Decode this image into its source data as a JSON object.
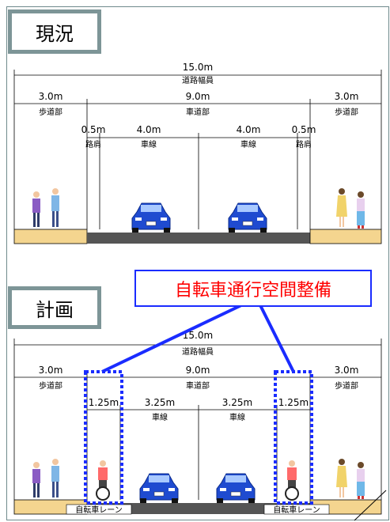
{
  "current": {
    "tag": "現況",
    "total_width": "15.0m",
    "total_label": "道路幅員",
    "left_walk_width": "3.0m",
    "left_walk_label": "歩道部",
    "road_width": "9.0m",
    "road_label": "車道部",
    "right_walk_width": "3.0m",
    "right_walk_label": "歩道部",
    "shoulder_l_width": "0.5m",
    "shoulder_l_label": "路肩",
    "lane_l_width": "4.0m",
    "lane_l_label": "車線",
    "lane_r_width": "4.0m",
    "lane_r_label": "車線",
    "shoulder_r_width": "0.5m",
    "shoulder_r_label": "路肩"
  },
  "plan": {
    "tag": "計画",
    "total_width": "15.0m",
    "total_label": "道路幅員",
    "left_walk_width": "3.0m",
    "left_walk_label": "歩道部",
    "road_width": "9.0m",
    "road_label": "車道部",
    "right_walk_width": "3.0m",
    "right_walk_label": "歩道部",
    "bike_l_width": "1.25m",
    "lane_l_width": "3.25m",
    "lane_l_label": "車線",
    "lane_r_width": "3.25m",
    "lane_r_label": "車線",
    "bike_r_width": "1.25m",
    "bike_l_label": "自転車レーン",
    "bike_r_label": "自転車レーン"
  },
  "callout": "自転車通行空間整備",
  "colors": {
    "frame": "#7d9597",
    "callout_text": "#ff0000",
    "callout_border": "#1a2cff",
    "sidewalk": "#f4d58f",
    "road": "#555555",
    "car": "#1f4bd0"
  }
}
